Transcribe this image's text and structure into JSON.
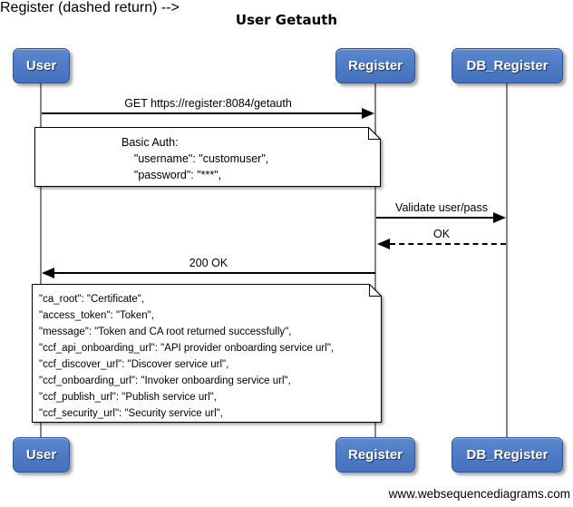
{
  "title": "User Getauth",
  "actors": [
    {
      "name": "User"
    },
    {
      "name": "Register"
    },
    {
      "name": "DB_Register"
    }
  ],
  "messages": [
    {
      "from": "User",
      "to": "Register",
      "label": "GET https://register:8084/getauth",
      "line": "solid"
    },
    {
      "from": "Register",
      "to": "DB_Register",
      "label": "Validate user/pass",
      "line": "solid"
    },
    {
      "from": "DB_Register",
      "to": "Register",
      "label": "OK",
      "line": "dashed"
    },
    {
      "from": "Register",
      "to": "User",
      "label": "200 OK",
      "line": "solid"
    }
  ],
  "notes": [
    {
      "lines": [
        "Basic Auth:",
        "    \"username\": \"customuser\",",
        "    \"password\": \"***\","
      ]
    },
    {
      "lines": [
        "\"ca_root\": \"Certificate\",",
        "\"access_token\": \"Token\",",
        "\"message\": \"Token and CA root returned successfully\",",
        "\"ccf_api_onboarding_url\": \"API provider onboarding service url\",",
        "\"ccf_discover_url\": \"Discover service url\",",
        "\"ccf_onboarding_url\": \"Invoker onboarding service url\",",
        "\"ccf_publish_url\": \"Publish service url\",",
        "\"ccf_security_url\": \"Security service url\","
      ]
    }
  ],
  "watermark": "www.websequencediagrams.com",
  "colors": {
    "actor_fill": "#4d7ac4",
    "actor_border": "#2f5292",
    "lifeline": "#848484",
    "arrow": "#000000",
    "note_fill": "#ffffff"
  }
}
